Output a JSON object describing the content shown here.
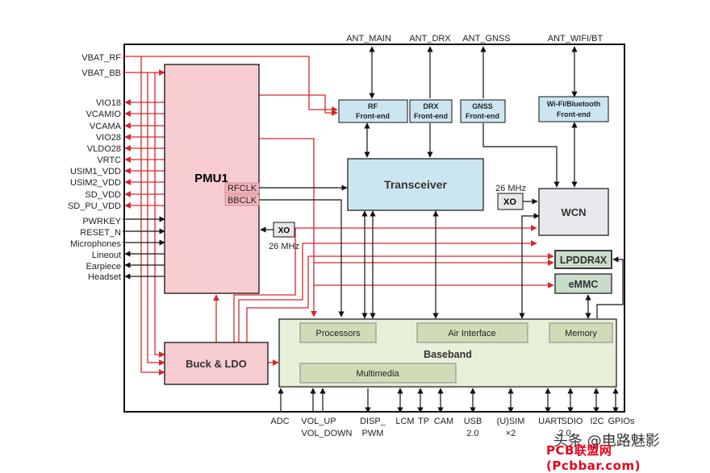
{
  "left_signals": [
    "VBAT_RF",
    "VBAT_BB",
    "VIO18",
    "VCAMIO",
    "VCAMA",
    "VIO28",
    "VLDO28",
    "VRTC",
    "USIM1_VDD",
    "USIM2_VDD",
    "SD_VDD",
    "SD_PU_VDD",
    "PWRKEY",
    "RESET_N",
    "Microphones",
    "Lineout",
    "Earpiece",
    "Headset"
  ],
  "antennas": [
    "ANT_MAIN",
    "ANT_DRX",
    "ANT_GNSS",
    "ANT_WIFI/BT"
  ],
  "frontends": {
    "rf": [
      "RF",
      "Front-end"
    ],
    "drx": [
      "DRX",
      "Front-end"
    ],
    "gnss": [
      "GNSS",
      "Front-end"
    ],
    "wifi": [
      "Wi-Fi/Bluetooth",
      "Front-end"
    ]
  },
  "blocks": {
    "pmu": "PMU1",
    "rfclk": "RFCLK",
    "bbclk": "BBCLK",
    "xo": "XO",
    "xo_freq": "26 MHz",
    "transceiver": "Transceiver",
    "wcn_xo": "XO",
    "wcn_freq": "26 MHz",
    "wcn": "WCN",
    "lpddr": "LPDDR4X",
    "emmc": "eMMC",
    "buck": "Buck & LDO",
    "processors": "Processors",
    "air_interface": "Air Interface",
    "memory": "Memory",
    "baseband": "Baseband",
    "multimedia": "Multimedia"
  },
  "bottom_signals": {
    "adc": "ADC",
    "vol_up": "VOL_UP",
    "vol_down": "VOL_DOWN",
    "disp": "DISP_",
    "pwm": "PWM",
    "lcm": "LCM",
    "tp": "TP",
    "cam": "CAM",
    "usb": "USB",
    "usb_ver": "2.0",
    "usim": "(U)SIM",
    "usim_count": "×2",
    "uart": "UART",
    "sdio": "SDIO",
    "sdio_ver": "2.0",
    "i2c": "I2C",
    "gpios": "GPIOs"
  },
  "watermark": {
    "top": "头条 @电路魅影",
    "bottom": "PCB联盟网 (Pcbbar.com)"
  },
  "colors": {
    "red": "#d9262a",
    "black": "#111111",
    "pmu_fill": "#f7cdd1",
    "transceiver_fill": "#cce6f1",
    "baseband_fill": "#e6efd8",
    "mem_fill": "#c9dcc7"
  }
}
